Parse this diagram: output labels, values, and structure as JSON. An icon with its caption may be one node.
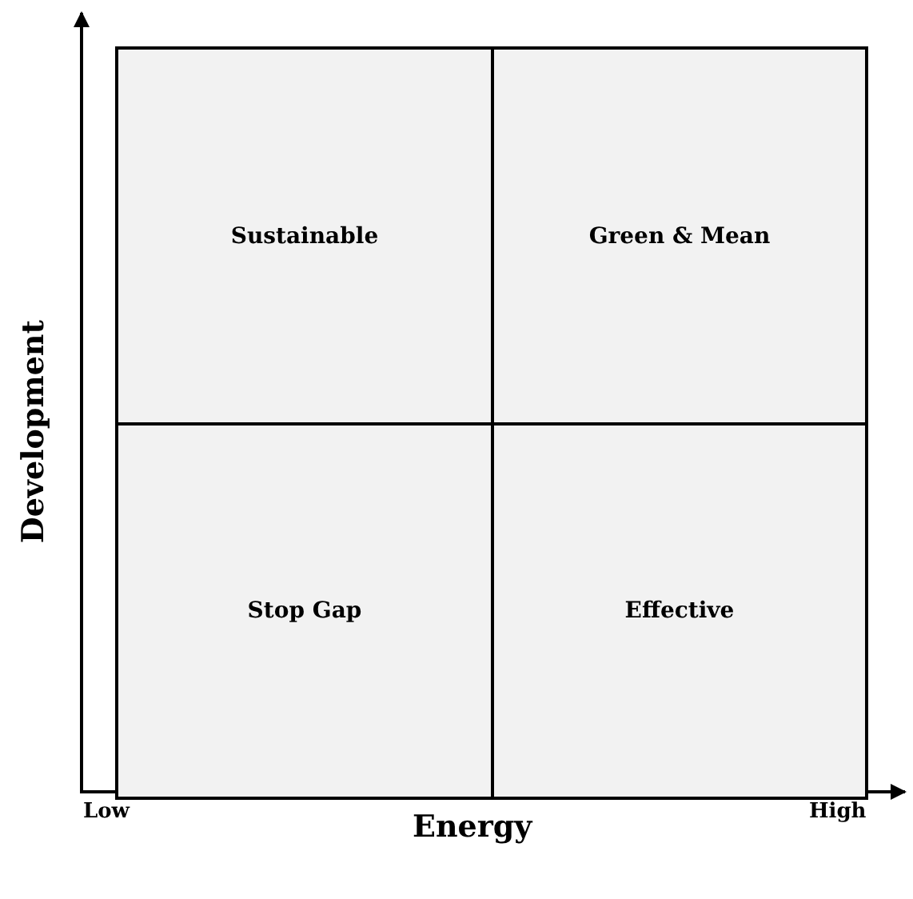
{
  "diagram": {
    "nodes": [
      {
        "text": [
          "Sustainable"
        ]
      },
      {
        "text": [
          "Green & Mean"
        ]
      },
      {
        "text": [
          "Stop Gap"
        ]
      },
      {
        "text": [
          "Effective"
        ]
      }
    ],
    "labels": [
      "Development",
      "Low",
      "Energy",
      "High"
    ]
  }
}
